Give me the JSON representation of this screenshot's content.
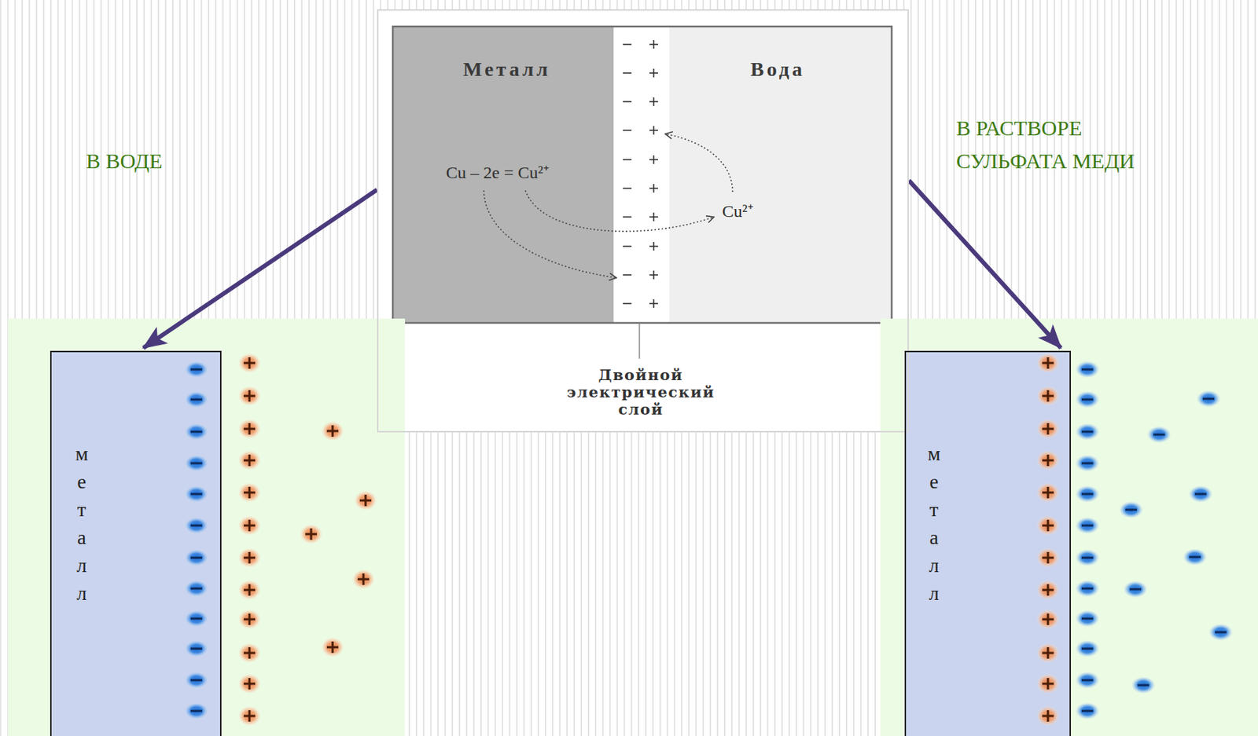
{
  "diagram": {
    "nodes": [
      {
        "text": [
          "Двойной электрический слой"
        ]
      },
      {
        "text": [
          "Металл",
          "Cu – 2e = Cu²⁺"
        ],
        "in": 0
      },
      {
        "text": [
          "Вода",
          "Cu²⁺"
        ],
        "in": 0
      },
      {
        "text": [
          "металл"
        ]
      },
      {
        "text": [
          "металл"
        ]
      }
    ],
    "edges": [
      {
        "from": 0,
        "to": 3,
        "arrow": "to"
      },
      {
        "from": 0,
        "to": 4,
        "arrow": "to"
      }
    ],
    "labels": [
      "В ВОДЕ",
      "В РАСТВОРЕ СУЛЬФАТА МЕДИ"
    ]
  }
}
